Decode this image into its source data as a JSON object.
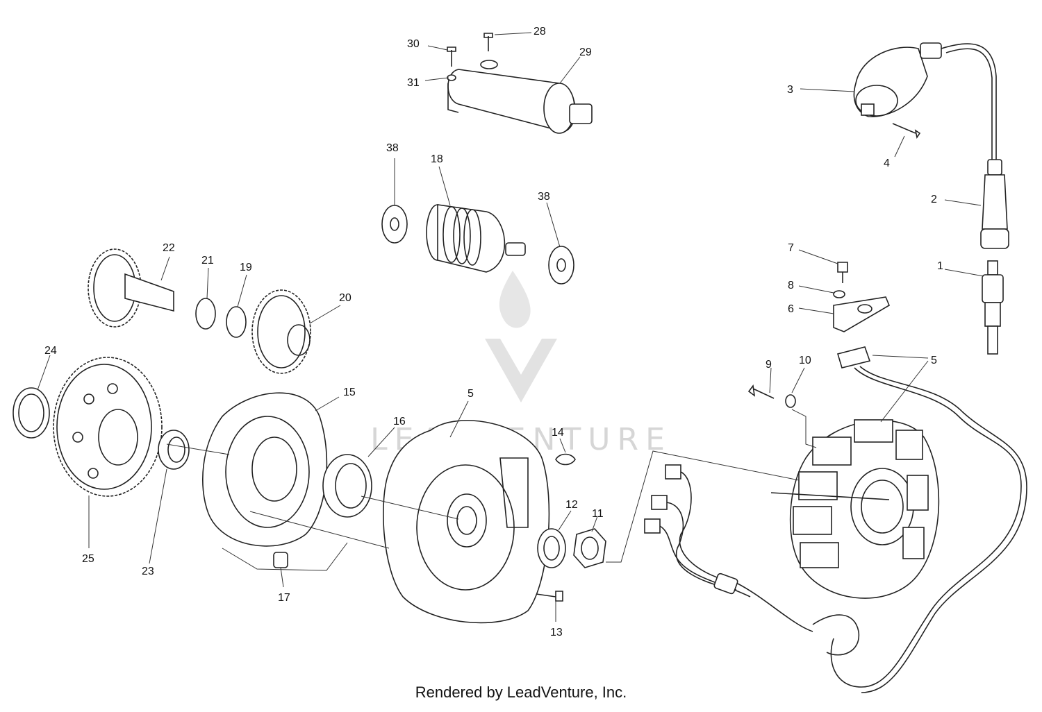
{
  "watermark": {
    "text": "LEADVENTURE"
  },
  "footer": {
    "credit": "Rendered by LeadVenture, Inc."
  },
  "labels": {
    "p1": "1",
    "p2": "2",
    "p3": "3",
    "p4": "4",
    "p5a": "5",
    "p5b": "5",
    "p6": "6",
    "p7": "7",
    "p8": "8",
    "p9": "9",
    "p10": "10",
    "p11": "11",
    "p12": "12",
    "p13": "13",
    "p14": "14",
    "p15": "15",
    "p16": "16",
    "p17": "17",
    "p18": "18",
    "p19": "19",
    "p20": "20",
    "p21": "21",
    "p22": "22",
    "p23": "23",
    "p24": "24",
    "p25": "25",
    "p28": "28",
    "p29": "29",
    "p30": "30",
    "p31": "31",
    "p38a": "38",
    "p38b": "38"
  }
}
